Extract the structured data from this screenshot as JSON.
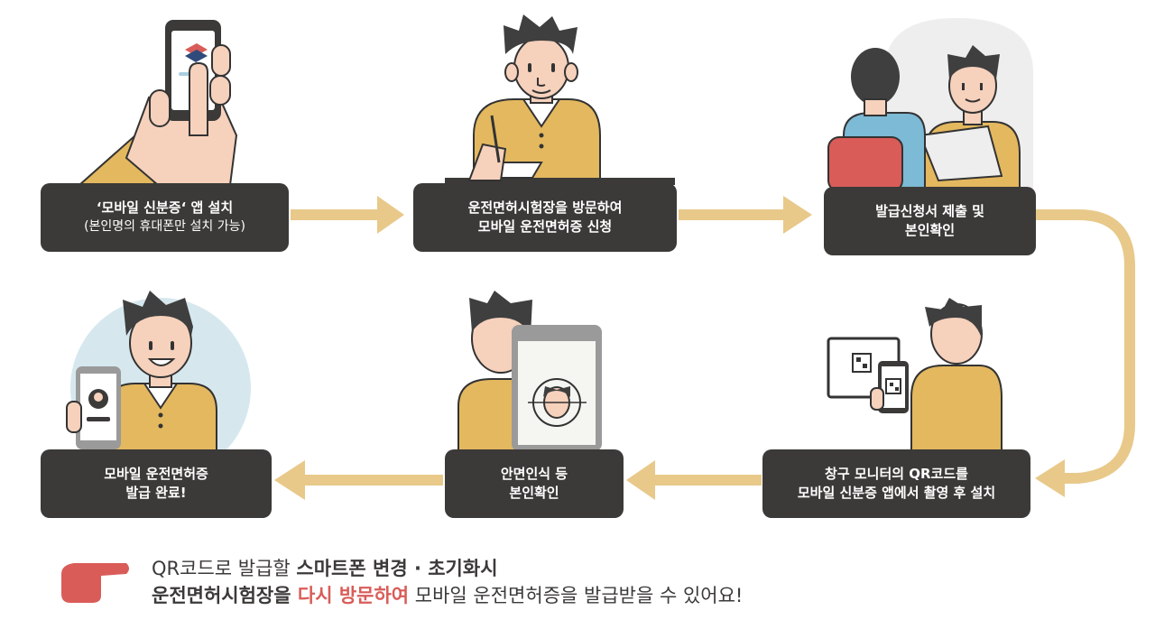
{
  "steps": [
    {
      "line1": "‘모바일 신분증‘ 앱 설치",
      "line2": "(본인명의 휴대폰만 설치 가능)"
    },
    {
      "line1": "운전면허시험장을 방문하여",
      "line2": "모바일 운전면허증 신청"
    },
    {
      "line1": "발급신청서 제출 및",
      "line2": "본인확인"
    },
    {
      "line1": "창구 모니터의 QR코드를",
      "line2": "모바일 신분증 앱에서 촬영 후 설치"
    },
    {
      "line1": "안면인식 등",
      "line2": "본인확인"
    },
    {
      "line1": "모바일 운전면허증",
      "line2": "발급 완료!"
    }
  ],
  "note": {
    "l1_plain": "QR코드로 발급할 ",
    "l1_bold": "스마트폰 변경 · 초기화시",
    "l2_bold": "운전면허시험장을 ",
    "l2_highlight": "다시 방문하여",
    "l2_plain": " 모바일 운전면허증을 발급받을 수 있어요!"
  },
  "colors": {
    "box": "#3b3a38",
    "arrow": "#e8c98a",
    "shirt": "#e3b85f",
    "skin": "#f6d1bc",
    "hair": "#3f3f3f",
    "highlight": "#d95c58",
    "circle_bg": "#d6e8ee"
  }
}
